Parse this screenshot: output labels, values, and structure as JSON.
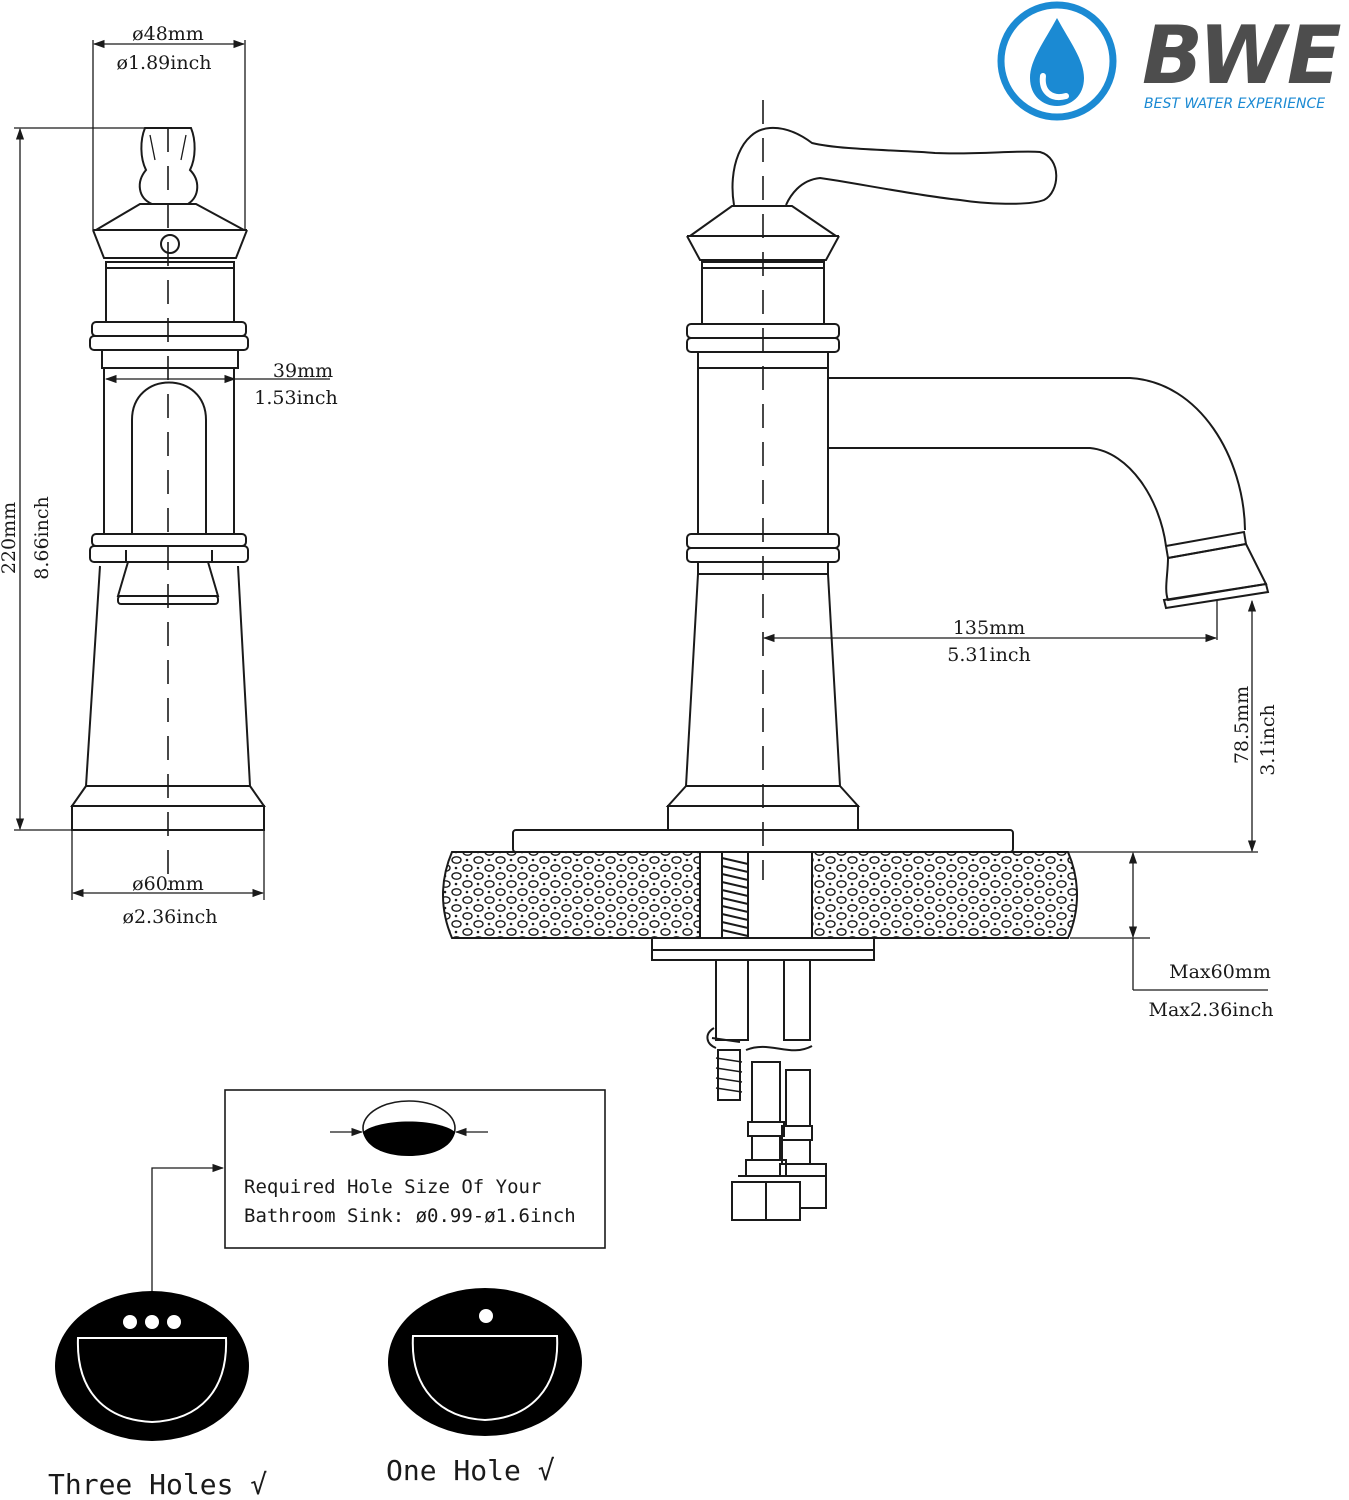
{
  "brand": {
    "name": "BWE",
    "tagline": "BEST WATER EXPERIENCE",
    "colors": {
      "primary": "#1b8ad3",
      "text": "#4d4d4d"
    }
  },
  "side_view": {
    "top_width_mm": "ø48mm",
    "top_width_inch": "ø1.89inch",
    "spout_width_mm": "39mm",
    "spout_width_inch": "1.53inch",
    "height_mm": "220mm",
    "height_inch": "8.66inch",
    "base_width_mm": "ø60mm",
    "base_width_inch": "ø2.36inch"
  },
  "front_view": {
    "reach_mm": "135mm",
    "reach_inch": "5.31inch",
    "spout_height_mm": "78.5mm",
    "spout_height_inch": "3.1inch",
    "deck_max_mm": "Max60mm",
    "deck_max_inch": "Max2.36inch"
  },
  "hole_note": {
    "line1": "Required Hole Size Of Your",
    "line2": "Bathroom Sink: ø0.99-ø1.6inch"
  },
  "sink_options": [
    {
      "label": "Three Holes √"
    },
    {
      "label": "One Hole  √"
    }
  ]
}
